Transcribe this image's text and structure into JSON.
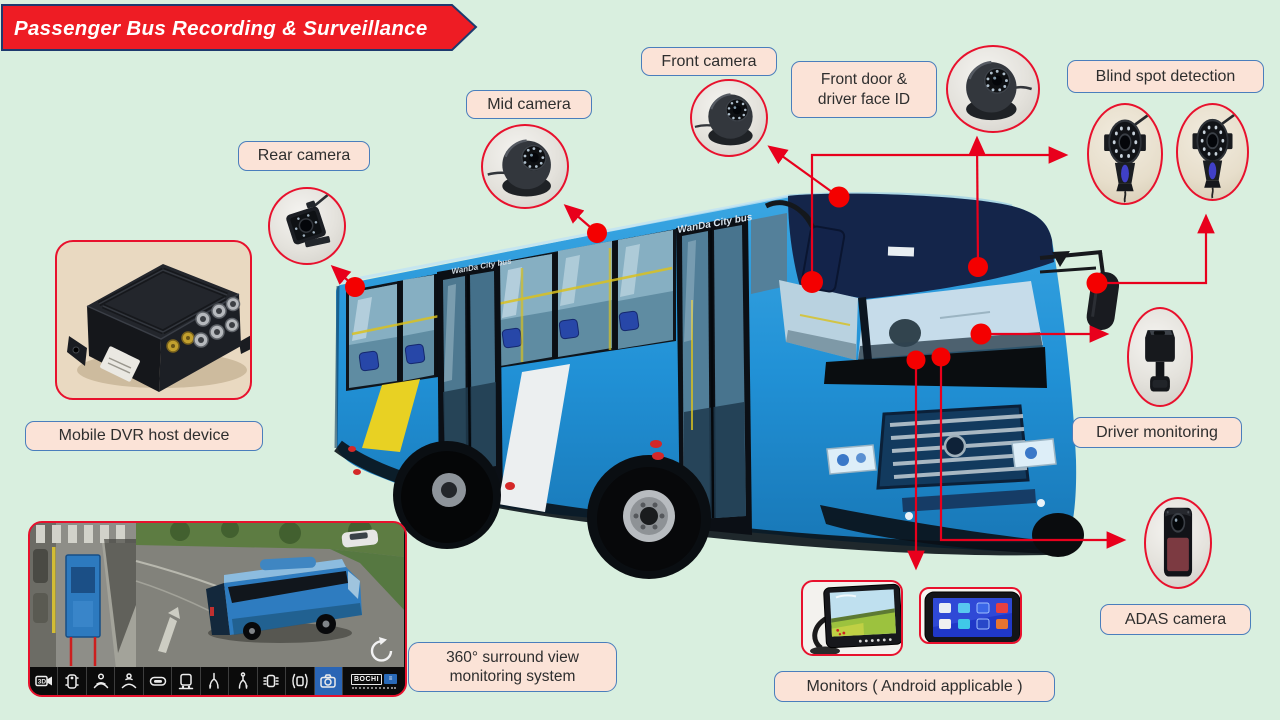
{
  "banner": {
    "title": "Passenger Bus Recording & Surveillance"
  },
  "labels": {
    "front_camera": "Front camera",
    "front_door_face_id": {
      "line1": "Front door &",
      "line2": "driver face ID"
    },
    "blind_spot": "Blind spot detection",
    "mid_camera": "Mid camera",
    "rear_camera": "Rear camera",
    "mobile_dvr": "Mobile DVR host device",
    "driver_monitoring": "Driver monitoring",
    "adas_camera": "ADAS camera",
    "surround_view": {
      "line1": "360° surround view",
      "line2": "monitoring system"
    },
    "monitors": "Monitors ( Android applicable )"
  },
  "bus": {
    "brand_front": "WanDa City bus",
    "brand_side": "WanDa City bus"
  },
  "surround_monitor": {
    "logo": "BOCHI",
    "active_tool": "camera-icon",
    "toolbar_icons": [
      "3d-record-icon",
      "top-view-icon",
      "front-approach-icon",
      "rear-approach-icon",
      "side-capsule-icon",
      "vehicle-front-icon",
      "fork-view-icon",
      "fork-view-alt-icon",
      "vehicle-vibration-icon",
      "surround-view-icon",
      "camera-icon",
      "bochi-logo"
    ]
  },
  "colors": {
    "background": "#d9efdf",
    "banner_red": "#ee1c24",
    "label_bg": "#fbe3d7",
    "label_border": "#4a7ebc",
    "connector_red": "#e8001c",
    "bus_blue": "#2191d6",
    "active_icon_bg": "#2a65b5"
  }
}
